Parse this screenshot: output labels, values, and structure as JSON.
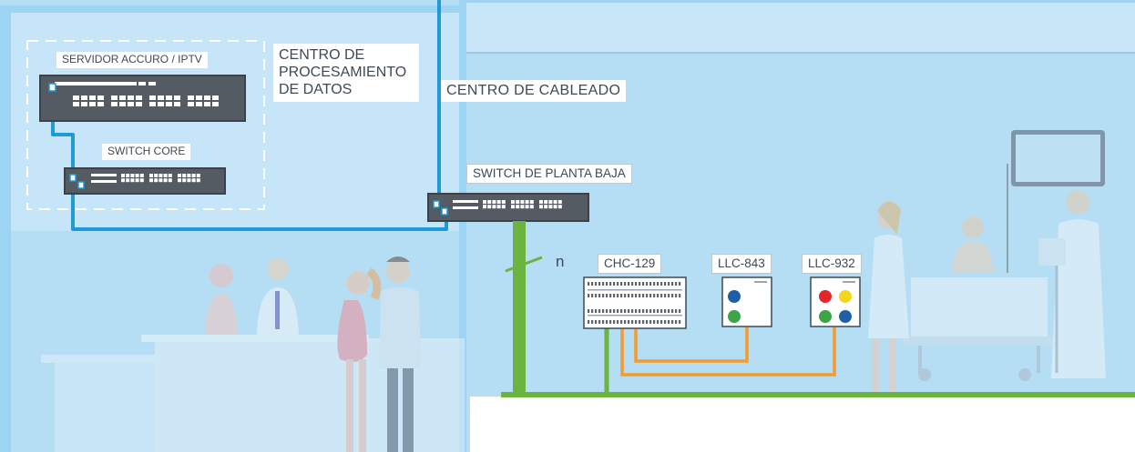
{
  "labels": {
    "server": "SERVIDOR ACCURO / IPTV",
    "switch_core": "SWITCH CORE",
    "data_center": "CENTRO DE PROCESAMIENTO DE DATOS",
    "wiring_center": "CENTRO DE CABLEADO",
    "floor_switch": "SWITCH DE PLANTA BAJA",
    "n_marker": "n"
  },
  "devices": [
    {
      "id": "chc",
      "label": "CHC-129"
    },
    {
      "id": "llc843",
      "label": "LLC-843",
      "buttons": [
        "#1f5fa8",
        "#3aa447"
      ]
    },
    {
      "id": "llc932",
      "label": "LLC-932",
      "buttons": [
        "#e2262b",
        "#f2d51e",
        "#3aa447",
        "#1f5fa8"
      ]
    }
  ],
  "colors": {
    "network_cable": "#1e9ad6",
    "ground_bus": "#6cb33f",
    "control_bus": "#f39c2c",
    "room_bg": "#b5ddf4",
    "wall": "#c8e6f8"
  }
}
